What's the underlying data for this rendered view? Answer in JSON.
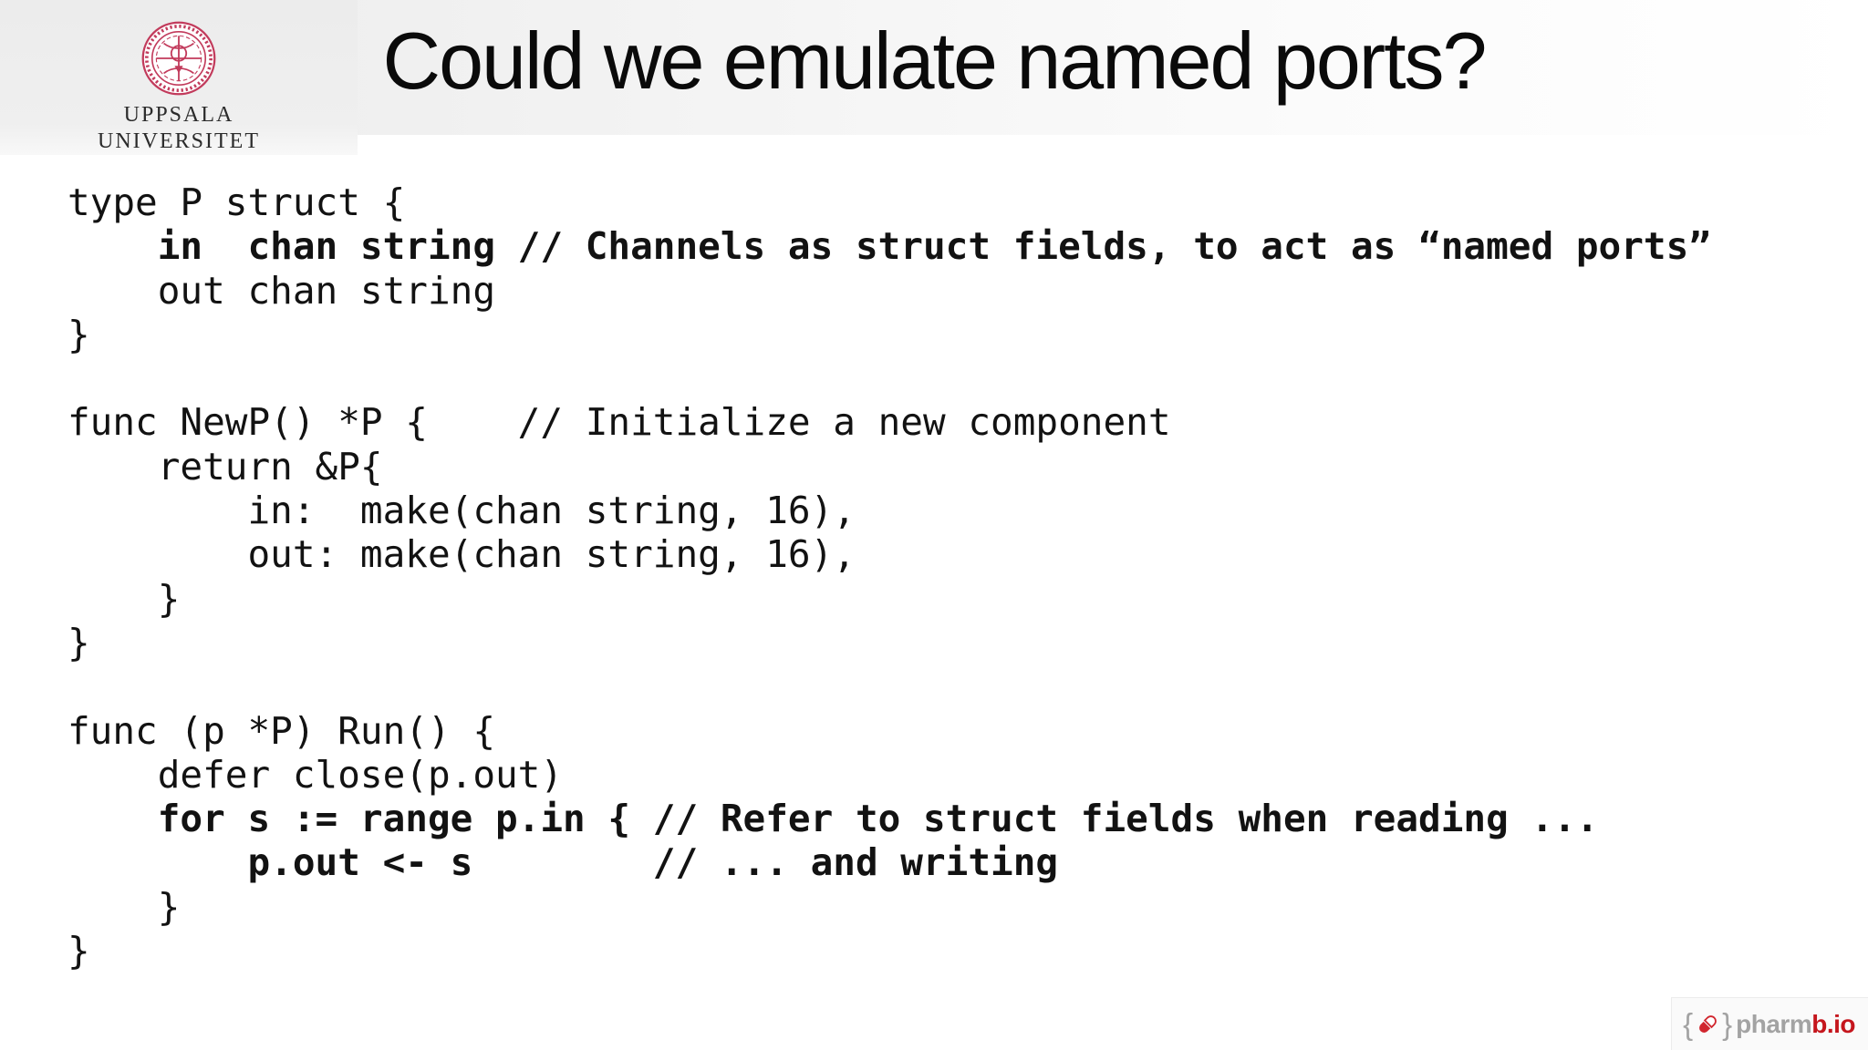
{
  "header": {
    "title": "Could we emulate named ports?",
    "university_logo": {
      "line1": "UPPSALA",
      "line2": "UNIVERSITET"
    }
  },
  "code": {
    "lines": [
      {
        "text": "type P struct {",
        "bold": false
      },
      {
        "text": "    in  chan string // Channels as struct fields, to act as “named ports”",
        "bold": true
      },
      {
        "text": "    out chan string",
        "bold": false
      },
      {
        "text": "}",
        "bold": false
      },
      {
        "text": "",
        "bold": false
      },
      {
        "text": "func NewP() *P {    // Initialize a new component",
        "bold": false
      },
      {
        "text": "    return &P{",
        "bold": false
      },
      {
        "text": "        in:  make(chan string, 16),",
        "bold": false
      },
      {
        "text": "        out: make(chan string, 16),",
        "bold": false
      },
      {
        "text": "    }",
        "bold": false
      },
      {
        "text": "}",
        "bold": false
      },
      {
        "text": "",
        "bold": false
      },
      {
        "text": "func (p *P) Run() {",
        "bold": false
      },
      {
        "text": "    defer close(p.out)",
        "bold": false
      },
      {
        "text": "    for s := range p.in { // Refer to struct fields when reading ...",
        "bold": true
      },
      {
        "text": "        p.out <- s        // ... and writing",
        "bold": true
      },
      {
        "text": "    }",
        "bold": false
      },
      {
        "text": "}",
        "bold": false
      }
    ]
  },
  "footer": {
    "brand": {
      "open_brace": "{",
      "close_brace": "}",
      "gray_part": "pharm",
      "red_part": "b.io"
    }
  },
  "colors": {
    "uppsala_seal_red": "#c23b5c",
    "brand_red": "#c5161d",
    "brand_gray": "#a3a3a3",
    "header_gray": "#ebebeb"
  }
}
